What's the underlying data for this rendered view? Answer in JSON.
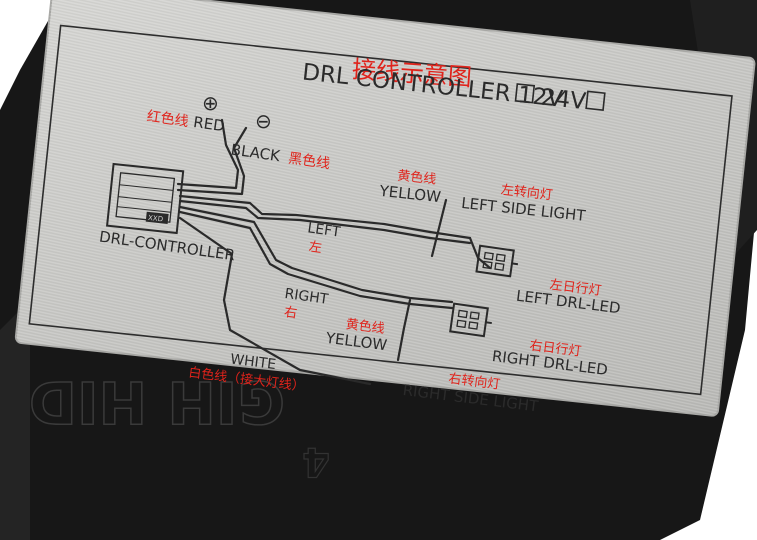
{
  "labels": {
    "title_cn": "接线示意图",
    "title_en": "DRL CONTROLLER 12V",
    "title_24v": "24V",
    "red_cn": "红色线",
    "red_en": "RED",
    "black_en": "BLACK",
    "black_cn": "黑色线",
    "yellow_top_cn": "黄色线",
    "yellow_top_en": "YELLOW",
    "left_side_cn": "左转向灯",
    "left_side_en": "LEFT SIDE LIGHT",
    "left_en": "LEFT",
    "left_cn": "左",
    "controller_en": "DRL-CONTROLLER",
    "chip_text": "XXD",
    "left_drl_cn": "左日行灯",
    "left_drl_en": "LEFT DRL-LED",
    "right_en": "RIGHT",
    "right_cn": "右",
    "yellow_bottom_cn": "黄色线",
    "yellow_bottom_en": "YELLOW",
    "right_drl_cn": "右日行灯",
    "right_drl_en": "RIGHT DRL-LED",
    "white_en": "WHITE",
    "white_cn": "白色线（接大灯线）",
    "right_side_cn": "右转向灯",
    "right_side_en": "RIGHT SIDE LIGHT",
    "plus_symbol": "⊕",
    "minus_symbol": "⊖",
    "bg_text_1": "GIH HID",
    "bg_text_2": "4"
  },
  "colors": {
    "case": "#161616",
    "plate": "#c9c9c6",
    "plate_edge": "#a8a8a5",
    "ink": "#2b2b2b",
    "red_annotation": "#e0231b"
  }
}
